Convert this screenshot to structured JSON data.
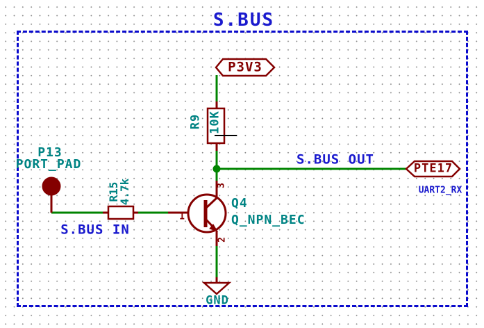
{
  "sheet": {
    "title": "S.BUS"
  },
  "components": {
    "power_flag": {
      "net": "P3V3"
    },
    "r9": {
      "ref": "R9",
      "value": "10K"
    },
    "r15": {
      "ref": "R15",
      "value": "4.7k"
    },
    "q4": {
      "ref": "Q4",
      "value": "Q_NPN_BEC",
      "pins": {
        "collector": "3",
        "base": "1",
        "emitter": "2"
      }
    },
    "p13": {
      "ref": "P13",
      "value": "PORT_PAD"
    },
    "gnd": {
      "net": "GND"
    }
  },
  "nets": {
    "sbus_in": "S.BUS IN",
    "sbus_out": "S.BUS OUT"
  },
  "port": {
    "name": "PTE17",
    "subtitle": "UART2_RX"
  },
  "colors": {
    "wire_green": "#008400",
    "symbol_maroon": "#840000",
    "field_teal": "#008484",
    "label_blue": "#1a1ace",
    "border_blue": "#0a0acd",
    "grid_dot": "#878787"
  }
}
